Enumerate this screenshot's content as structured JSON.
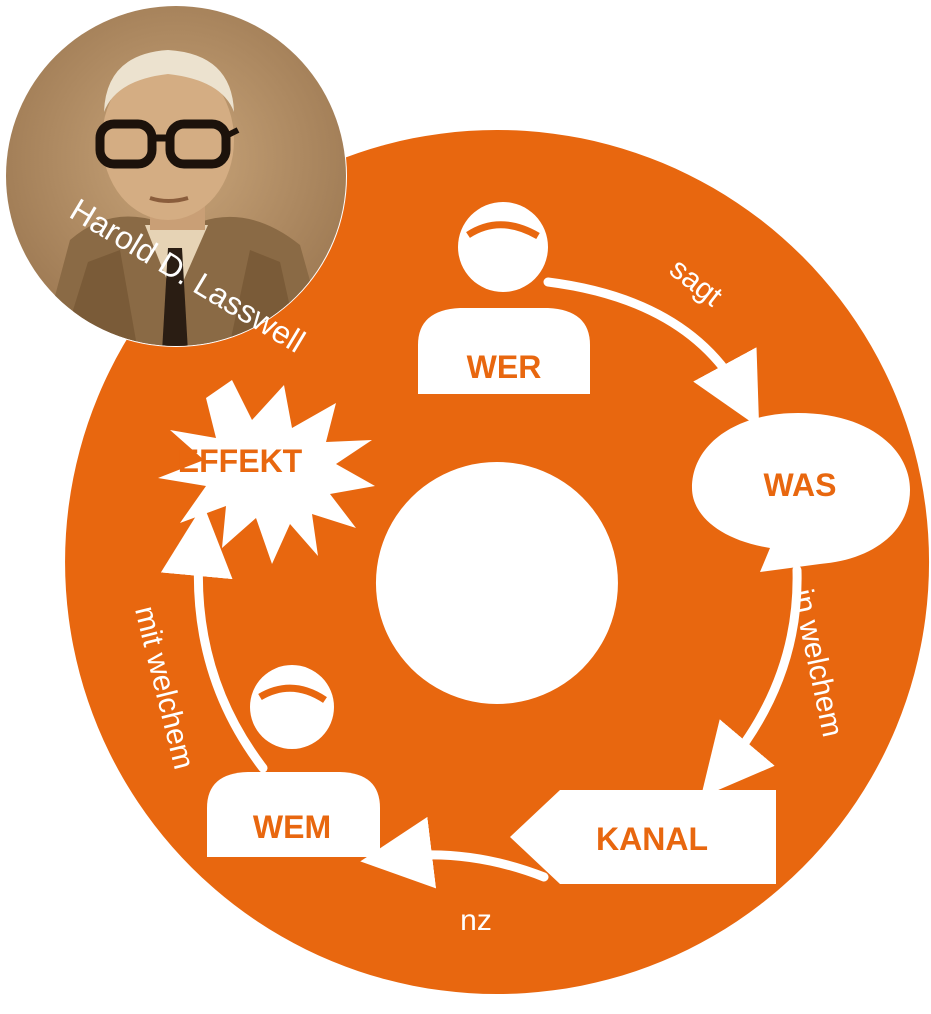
{
  "colors": {
    "accent": "#e8670f",
    "foreground": "#ffffff",
    "photo_tone": "#b08a5e"
  },
  "photo": {
    "caption": "Harold D. Lasswell"
  },
  "nodes": {
    "wer": "WER",
    "was": "WAS",
    "kanal": "KANAL",
    "wem": "WEM",
    "effekt": "EFFEKT"
  },
  "edges": {
    "sagt": "sagt",
    "in_welchem": "in welchem",
    "nz": "nz",
    "mit_welchem": "mit welchem"
  },
  "icons": [
    "person-icon",
    "speech-bubble-icon",
    "channel-tag-icon",
    "person-icon",
    "starburst-icon"
  ]
}
